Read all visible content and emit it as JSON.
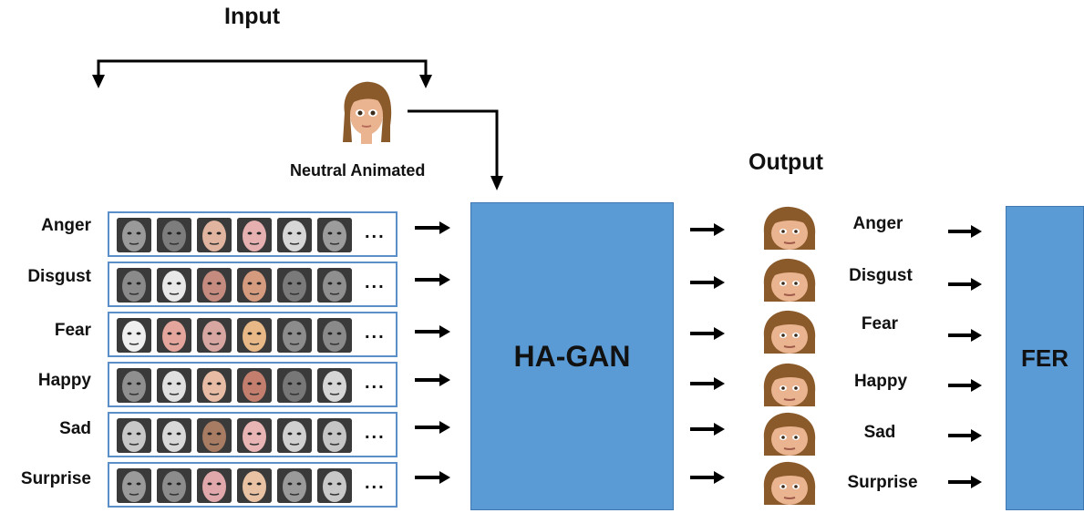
{
  "header": {
    "input_label": "Input",
    "output_label": "Output"
  },
  "neutral": {
    "label": "Neutral Animated"
  },
  "model": {
    "label": "HA-GAN"
  },
  "classifier": {
    "label": "FER"
  },
  "ellipsis": "...",
  "emotions": [
    "Anger",
    "Disgust",
    "Fear",
    "Happy",
    "Sad",
    "Surprise"
  ],
  "output_emotions": [
    "Anger",
    "Disgust",
    "Fear",
    "Happy",
    "Sad",
    "Surprise"
  ],
  "face_tones": [
    [
      "#9a9a9a",
      "#7d7d7d",
      "#e0b49e",
      "#e6b0b0",
      "#d7d7d7",
      "#9c9c9c"
    ],
    [
      "#8a8a8a",
      "#e8e8e8",
      "#c48b7e",
      "#d59b7f",
      "#7a7a7a",
      "#8f8f8f"
    ],
    [
      "#efefef",
      "#e3a59c",
      "#d7a6a0",
      "#e8b886",
      "#8c8c8c",
      "#8a8a8a"
    ],
    [
      "#8f8f8f",
      "#e0e0e0",
      "#e8bba4",
      "#c47e6e",
      "#777777",
      "#d6d6d6"
    ],
    [
      "#c8c8c8",
      "#d8d8d8",
      "#a87b63",
      "#e8b4b4",
      "#d0d0d0",
      "#c5c5c5"
    ],
    [
      "#9a9a9a",
      "#8c8c8c",
      "#e1a8ab",
      "#e8c2a3",
      "#9a9a9a",
      "#c8c8c8"
    ]
  ],
  "colors": {
    "box": "#5b9bd5",
    "box_border": "#3f78b0",
    "strip_border": "#5b8fc7",
    "hair": "#8b5a2b",
    "skin": "#e9b48f"
  }
}
